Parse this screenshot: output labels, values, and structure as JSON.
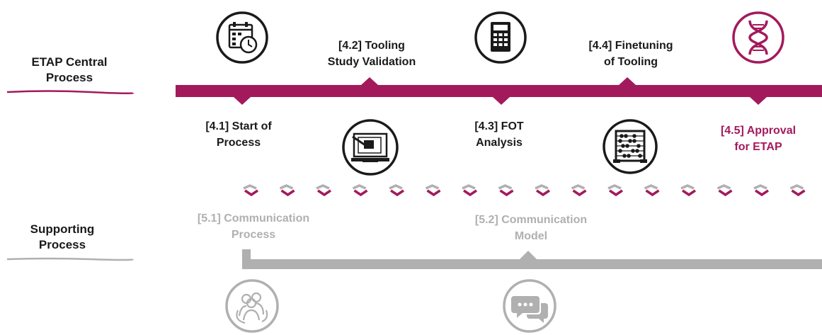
{
  "lanes": {
    "central": {
      "label": "ETAP Central\nProcess",
      "color": "#a31a5c"
    },
    "supporting": {
      "label": "Supporting\nProcess",
      "color": "#b0b0b0"
    }
  },
  "central_steps": [
    {
      "label": "[4.1] Start of\nProcess",
      "icon": "calendar-clock-icon"
    },
    {
      "label": "[4.2] Tooling\nStudy Validation",
      "icon": "monitor-blueprint-icon"
    },
    {
      "label": "[4.3] FOT\nAnalysis",
      "icon": "calculator-icon"
    },
    {
      "label": "[4.4] Finetuning\nof Tooling",
      "icon": "abacus-icon"
    },
    {
      "label": "[4.5] Approval\nfor ETAP",
      "icon": "dna-icon"
    }
  ],
  "supporting_steps": [
    {
      "label": "[5.1] Communication\nProcess",
      "icon": "people-cycle-icon"
    },
    {
      "label": "[5.2] Communication\nModel",
      "icon": "chat-bubbles-icon"
    }
  ]
}
